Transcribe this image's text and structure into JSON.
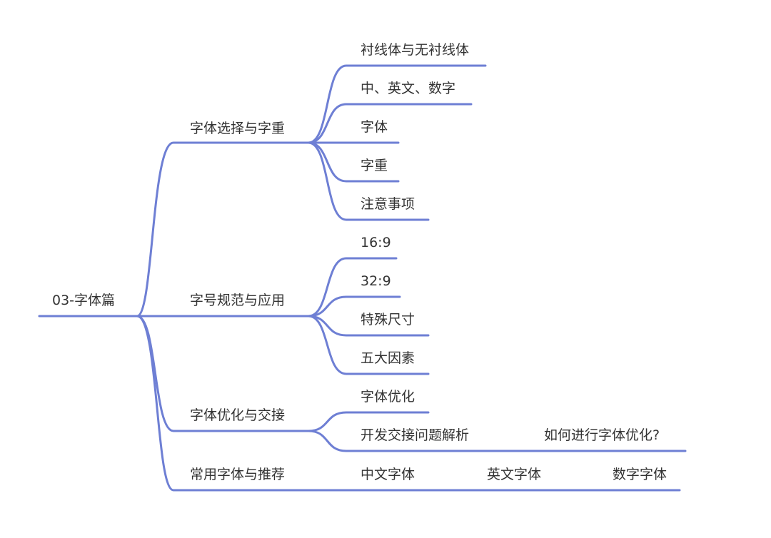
{
  "root": "03-字体篇",
  "branches": [
    {
      "label": "字体选择与字重",
      "children": [
        "衬线体与无衬线体",
        "中、英文、数字",
        "字体",
        "字重",
        "注意事项"
      ]
    },
    {
      "label": "字号规范与应用",
      "children": [
        "16:9",
        "32:9",
        "特殊尺寸",
        "五大因素"
      ]
    },
    {
      "label": "字体优化与交接",
      "children": [
        "字体优化",
        "开发交接问题解析"
      ],
      "grandchild": "如何进行字体优化?"
    },
    {
      "label": "常用字体与推荐",
      "children": [
        "中文字体",
        "英文字体",
        "数字字体"
      ]
    }
  ],
  "colors": {
    "line": "#6e7fd4",
    "text": "#333333"
  }
}
